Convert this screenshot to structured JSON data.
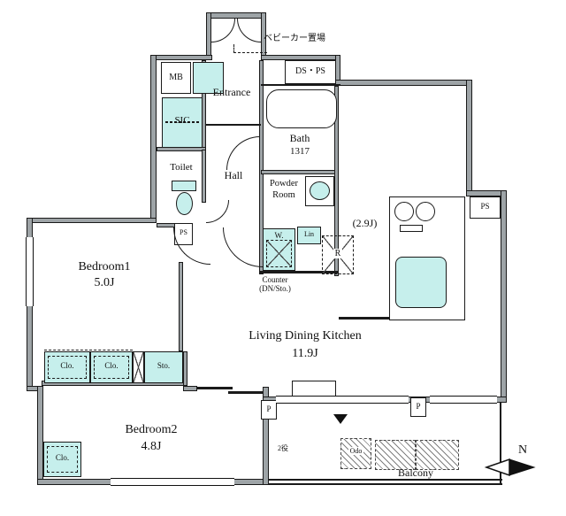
{
  "colors": {
    "wall": "#9ea4a7",
    "fixture_fill": "#c6efec",
    "line": "#1a1a1a",
    "background": "#ffffff"
  },
  "rooms": {
    "entrance": "Entrance",
    "hall": "Hall",
    "sic": "SIC",
    "toilet": "Toilet",
    "bath": {
      "name": "Bath",
      "size": "1317"
    },
    "powder": {
      "line1": "Powder",
      "line2": "Room"
    },
    "kitchen": {
      "size": "(2.9J)"
    },
    "ldk": {
      "name": "Living Dining Kitchen",
      "size": "11.9J"
    },
    "bedroom1": {
      "name": "Bedroom1",
      "size": "5.0J"
    },
    "bedroom2": {
      "name": "Bedroom2",
      "size": "4.8J"
    },
    "balcony": "Balcony"
  },
  "fixtures": {
    "mb": "MB",
    "dsps": "DS・PS",
    "ps_hall": "PS",
    "ps_kitchen": "PS",
    "washer": "W.",
    "linen": "Lin",
    "fridge": "R",
    "counter_line1": "Counter",
    "counter_line2": "(DN/Sto.)",
    "clo1": "Clo.",
    "clo2": "Clo.",
    "sto": "Sto.",
    "clo3": "Clo.",
    "pillar1": "P",
    "pillar2": "P",
    "balcony_box": "Odo",
    "balcony_note": "2役",
    "stroller": "ベビーカー置場",
    "north": "N"
  }
}
